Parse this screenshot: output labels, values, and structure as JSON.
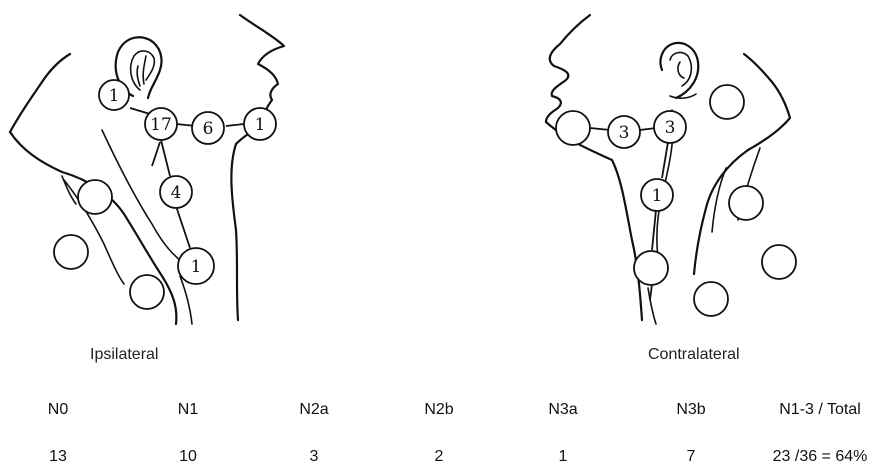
{
  "left_diagram": {
    "label": "Ipsilateral",
    "nodes": [
      {
        "id": "preauricular",
        "count": "1"
      },
      {
        "id": "upper-jugular",
        "count": "17"
      },
      {
        "id": "submandibular",
        "count": "6"
      },
      {
        "id": "submental",
        "count": "1"
      },
      {
        "id": "mid-jugular",
        "count": "4"
      },
      {
        "id": "low-jugular",
        "count": "1"
      },
      {
        "id": "posterior-upper",
        "count": ""
      },
      {
        "id": "posterior-mid",
        "count": ""
      },
      {
        "id": "posterior-low",
        "count": ""
      }
    ]
  },
  "right_diagram": {
    "label": "Contralateral",
    "nodes": [
      {
        "id": "submental",
        "count": ""
      },
      {
        "id": "submandibular",
        "count": "3"
      },
      {
        "id": "upper-jugular",
        "count": "3"
      },
      {
        "id": "preauricular",
        "count": ""
      },
      {
        "id": "mid-jugular",
        "count": "1"
      },
      {
        "id": "low-jugular",
        "count": ""
      },
      {
        "id": "posterior-upper",
        "count": ""
      },
      {
        "id": "posterior-mid",
        "count": ""
      },
      {
        "id": "posterior-low",
        "count": ""
      }
    ]
  },
  "stats": {
    "headers": [
      "N0",
      "N1",
      "N2a",
      "N2b",
      "N3a",
      "N3b",
      "N1-3 / Total"
    ],
    "values": [
      "13",
      "10",
      "3",
      "2",
      "1",
      "7",
      "23 /36 = 64%"
    ]
  }
}
